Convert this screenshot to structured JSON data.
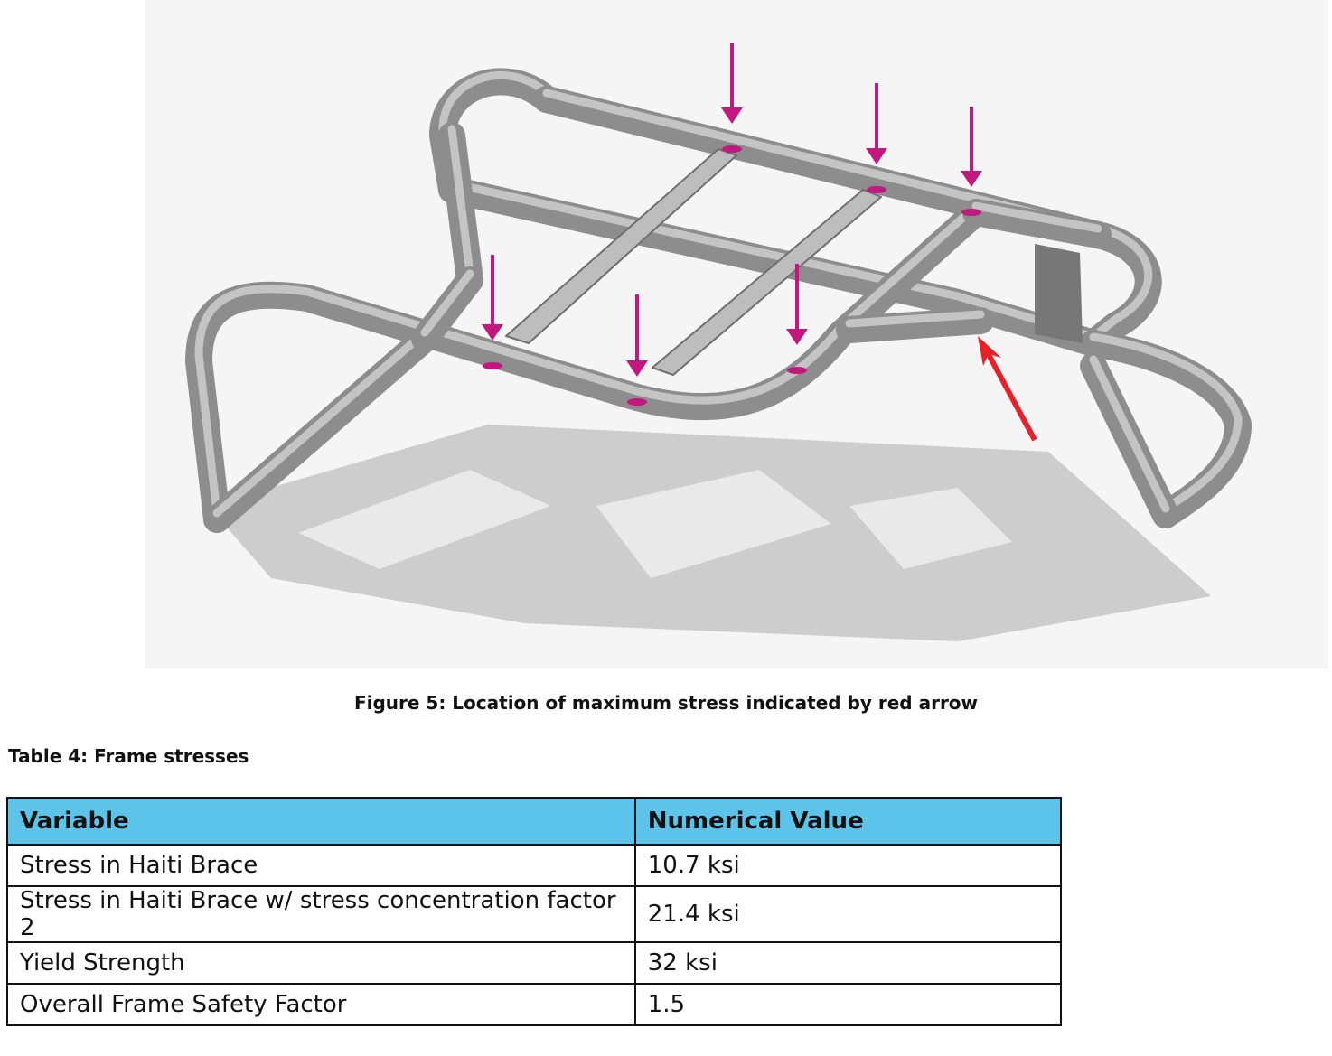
{
  "figure": {
    "caption": "Figure 5: Location of maximum stress indicated by red arrow",
    "colors": {
      "tube": "#8d8d8d",
      "tube_highlight": "#c4c4c4",
      "load_arrow": "#c2187f",
      "stress_arrow": "#e8202a",
      "shadow": "#c9c9c9"
    }
  },
  "table": {
    "title": "Table 4: Frame stresses",
    "header_color": "#5cc3ea",
    "headers": [
      "Variable",
      "Numerical Value"
    ],
    "rows": [
      {
        "variable": "Stress in Haiti Brace",
        "value": "10.7 ksi"
      },
      {
        "variable": "Stress in Haiti Brace w/ stress concentration factor 2",
        "value": "21.4 ksi"
      },
      {
        "variable": "Yield Strength",
        "value": "32 ksi"
      },
      {
        "variable": "Overall Frame Safety Factor",
        "value": "1.5"
      }
    ]
  }
}
